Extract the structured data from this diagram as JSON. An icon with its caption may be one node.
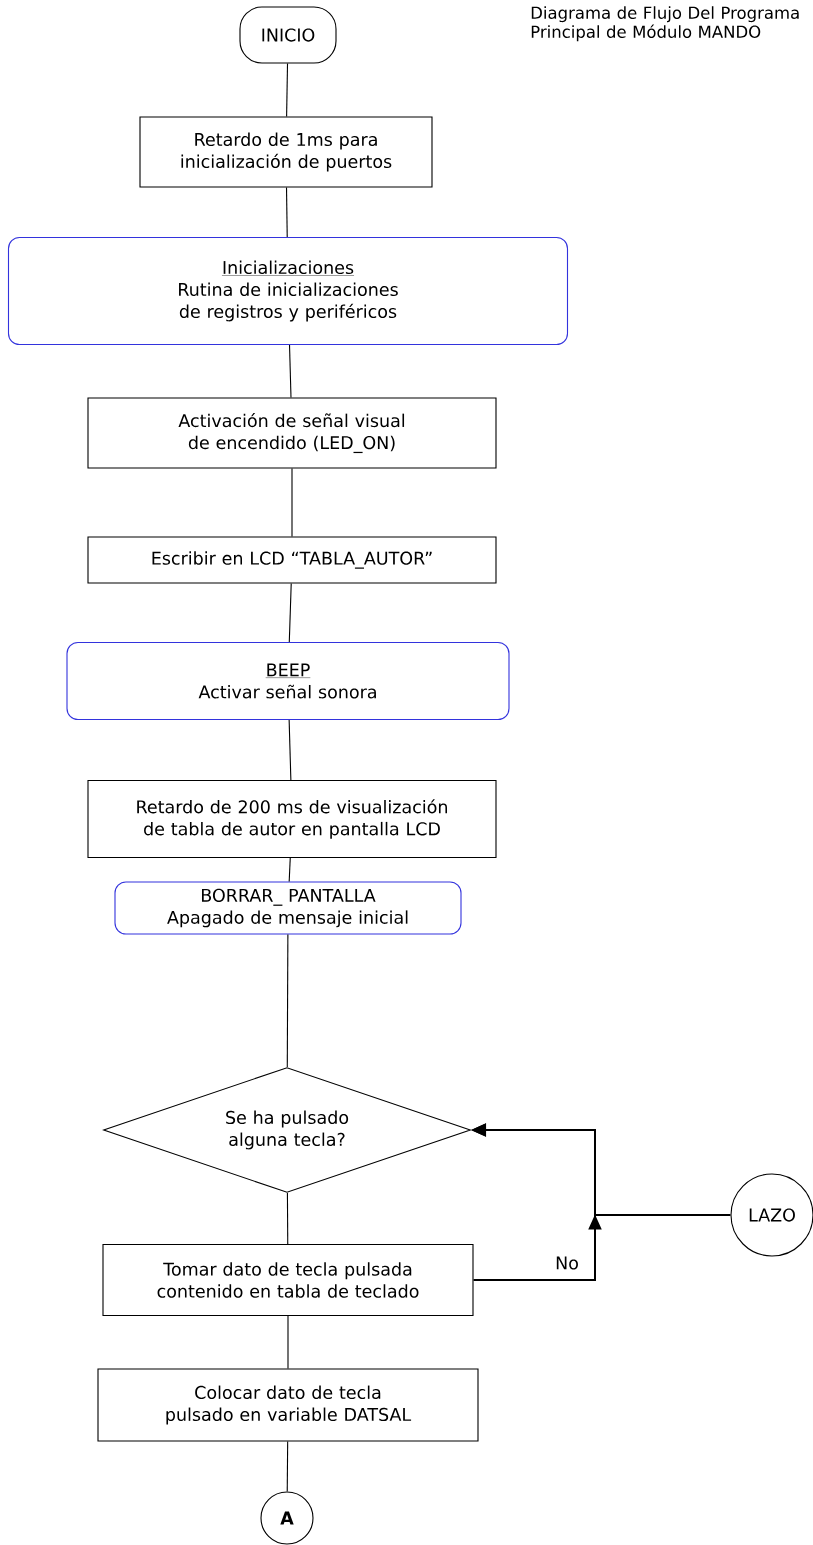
{
  "diagram": {
    "title": "Diagrama de Flujo Del Programa Principal de Módulo MANDO",
    "nodes": [
      {
        "text": [
          "INICIO"
        ]
      },
      {
        "text": [
          "Retardo de 1ms para inicialización de puertos"
        ]
      },
      {
        "text": [
          "Inicializaciones",
          "Rutina de inicializaciones de registros y periféricos"
        ]
      },
      {
        "text": [
          "Activación de señal visual de encendido (LED_ON)"
        ]
      },
      {
        "text": [
          "Escribir en LCD “TABLA_AUTOR”"
        ]
      },
      {
        "text": [
          "BEEP",
          "Activar señal sonora"
        ]
      },
      {
        "text": [
          "Retardo de 200 ms de visualización de tabla de autor en pantalla LCD"
        ]
      },
      {
        "text": [
          "BORRAR_ PANTALLA",
          "Apagado de mensaje inicial"
        ]
      },
      {
        "text": [
          "Se ha pulsado alguna tecla?"
        ]
      },
      {
        "text": [
          "LAZO"
        ]
      },
      {
        "text": [
          "Tomar dato de tecla pulsada contenido en tabla de teclado"
        ]
      },
      {
        "text": [
          "Colocar dato de tecla pulsado en variable DATSAL"
        ]
      },
      {
        "text": [
          "A"
        ]
      }
    ],
    "edges": [
      {
        "from": 0,
        "to": 1,
        "arrow": "none"
      },
      {
        "from": 1,
        "to": 2,
        "arrow": "none"
      },
      {
        "from": 2,
        "to": 3,
        "arrow": "none"
      },
      {
        "from": 3,
        "to": 4,
        "arrow": "none"
      },
      {
        "from": 4,
        "to": 5,
        "arrow": "none"
      },
      {
        "from": 5,
        "to": 6,
        "arrow": "none"
      },
      {
        "from": 6,
        "to": 7,
        "arrow": "none"
      },
      {
        "from": 7,
        "to": 8,
        "arrow": "none"
      },
      {
        "from": 8,
        "to": 10,
        "arrow": "none"
      },
      {
        "from": 10,
        "to": 8,
        "arrow": "to",
        "label": "No"
      },
      {
        "from": 9,
        "to": 8,
        "arrow": "to"
      },
      {
        "from": 10,
        "to": 11,
        "arrow": "none"
      },
      {
        "from": 11,
        "to": 12,
        "arrow": "none"
      }
    ]
  }
}
